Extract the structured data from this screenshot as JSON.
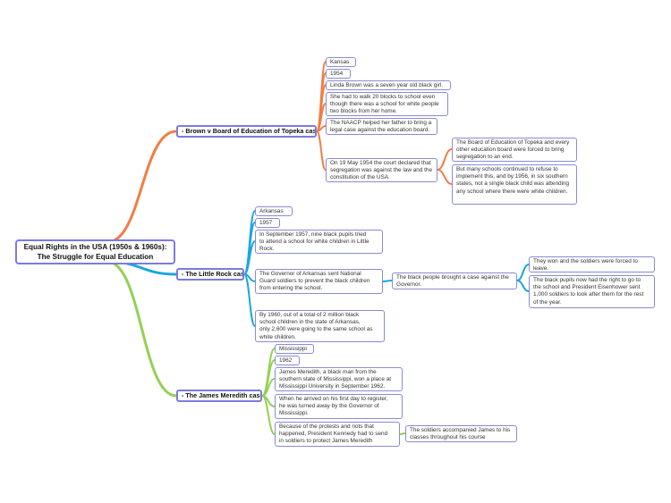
{
  "colors": {
    "orange": "#f07e45",
    "blue": "#1aa6e1",
    "green": "#93d152",
    "node_border": "#8a8ad6",
    "branch_border": "#7b7be0"
  },
  "root": {
    "title": "Equal Rights in the USA (1950s & 1960s):\nThe Struggle for Equal Education"
  },
  "branches": {
    "brown": {
      "label": "- Brown v Board of Education of Topeka case",
      "items": {
        "kansas": "Kansas",
        "year": "1954",
        "linda": "Linda Brown was a seven year old black girl.",
        "walk": "She had to walk 20 blocks to school even\nthough there was a school for white people\ntwo blocks from her home.",
        "naacp": "The NAACP helped her father to bring a\nlegal case against the education board.",
        "court": "On 19 May 1954 the court declared that\nsegregation was against the law and the\nconstitution of the USA.",
        "board": "The Board of Education of Topeka and every\nother education board were forced to bring\nsegregation to an end.",
        "refuse": "But many schools continued to refuse to\nimplement this, and by 1956, in six southern\nstates, not a single black child was attending\nany school where there were white children."
      }
    },
    "littlerock": {
      "label": "- The Little Rock case",
      "items": {
        "arkansas": "Arkansas",
        "year": "1957",
        "pupils": "In September 1957, nine black pupils tried\nto attend a school for white children in Little\nRock.",
        "governor": "The Governor of Arkansas sent National\nGuard soldiers to prevent the black children\nfrom entering the school.",
        "brought": "The black people brought a case against the\nGovernor.",
        "won": "They won and the soldiers were forced to\nleave.",
        "eisenhower": "The black pupils now had the right to go to\nthe school and President Eisenhower sent\n1,000 soldiers to look after them for the rest\nof the year.",
        "stats": "By 1960, out of a total of 2 million black\nschool children in the state of Arkansas,\nonly 2,600 were going to the same school as\nwhite children."
      }
    },
    "meredith": {
      "label": "- The James Meredith case",
      "items": {
        "mississippi": "Mississippi",
        "year": "1962",
        "james": "James Meredith, a black man from the\nsouthern state of Mississippi, won a place at\nMississippi University in September 1962.",
        "arrived": "When he arrived on his first day to register,\nhe was turned away by the Governor of\nMississippi.",
        "protests": "Because of the protests and riots that\nhappened, President Kennedy had to send\nin soldiers to protect James Meredith",
        "soldiers": "The soldiers accompanied James to his\nclasses throughout his course"
      }
    }
  }
}
